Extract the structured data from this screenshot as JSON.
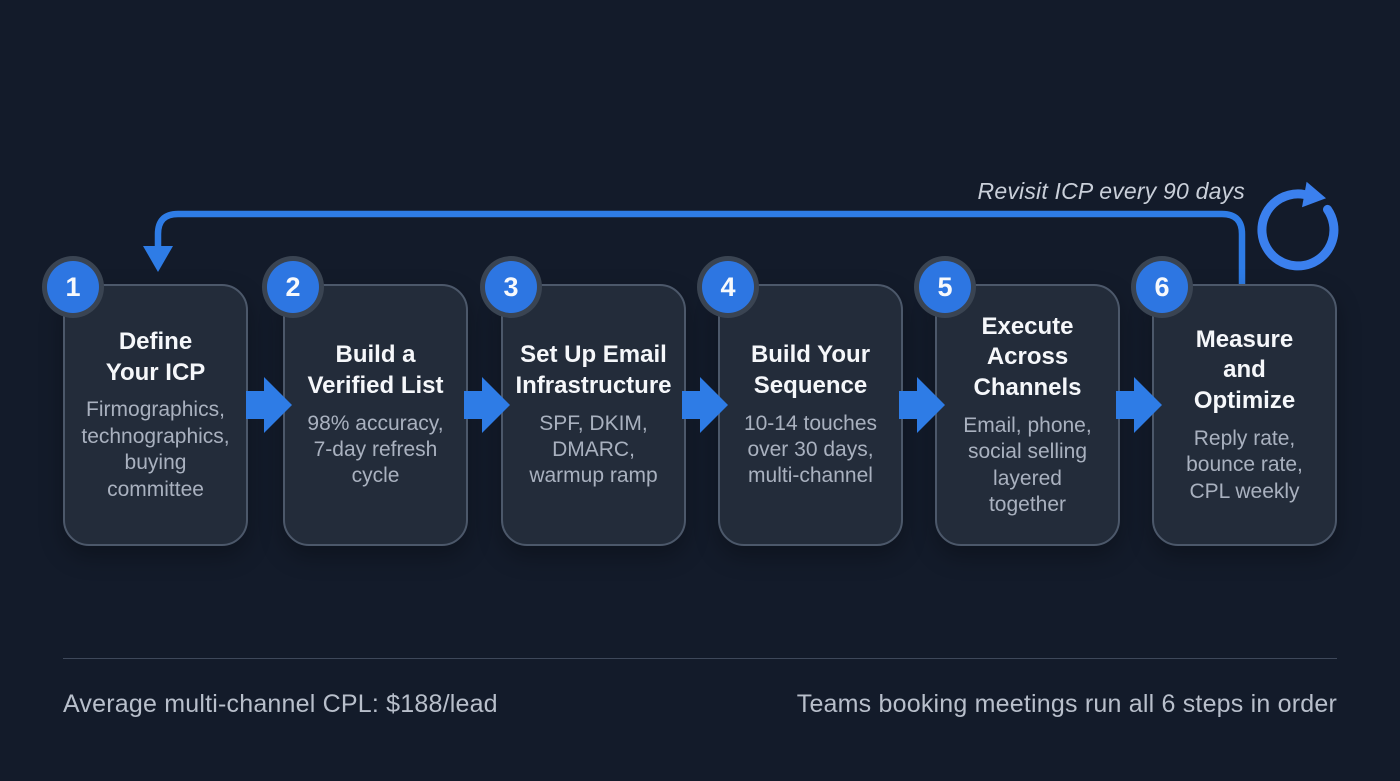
{
  "loop": {
    "label": "Revisit ICP every 90 days"
  },
  "steps": [
    {
      "number": "1",
      "title": "Define\nYour ICP",
      "subtitle": "Firmographics,\ntechnographics,\nbuying\ncommittee"
    },
    {
      "number": "2",
      "title": "Build a\nVerified List",
      "subtitle": "98% accuracy,\n7-day refresh\ncycle"
    },
    {
      "number": "3",
      "title": "Set Up Email\nInfrastructure",
      "subtitle": "SPF, DKIM,\nDMARC,\nwarmup ramp"
    },
    {
      "number": "4",
      "title": "Build Your\nSequence",
      "subtitle": "10-14 touches\nover 30 days,\nmulti-channel"
    },
    {
      "number": "5",
      "title": "Execute\nAcross\nChannels",
      "subtitle": "Email, phone,\nsocial selling\nlayered\ntogether"
    },
    {
      "number": "6",
      "title": "Measure\nand\nOptimize",
      "subtitle": "Reply rate,\nbounce rate,\nCPL weekly"
    }
  ],
  "footer": {
    "left": "Average multi-channel CPL: $188/lead",
    "right": "Teams booking meetings run all 6 steps in order"
  },
  "colors": {
    "background": "#131b2a",
    "card_background": "#232c3a",
    "card_border": "#4c586a",
    "accent_blue": "#2e7ce6",
    "badge_blue": "#2d76e2",
    "badge_ring": "#3a4452",
    "title_text": "#f5f7fa",
    "subtitle_text": "#a9b1bf",
    "footer_text": "#b8bfcb",
    "divider": "#3e485a",
    "loop_label_text": "#c9cfd9"
  },
  "icons": {
    "refresh": "refresh-icon",
    "loop": "loop-back-arrow",
    "flow": "arrow-right-icon"
  }
}
